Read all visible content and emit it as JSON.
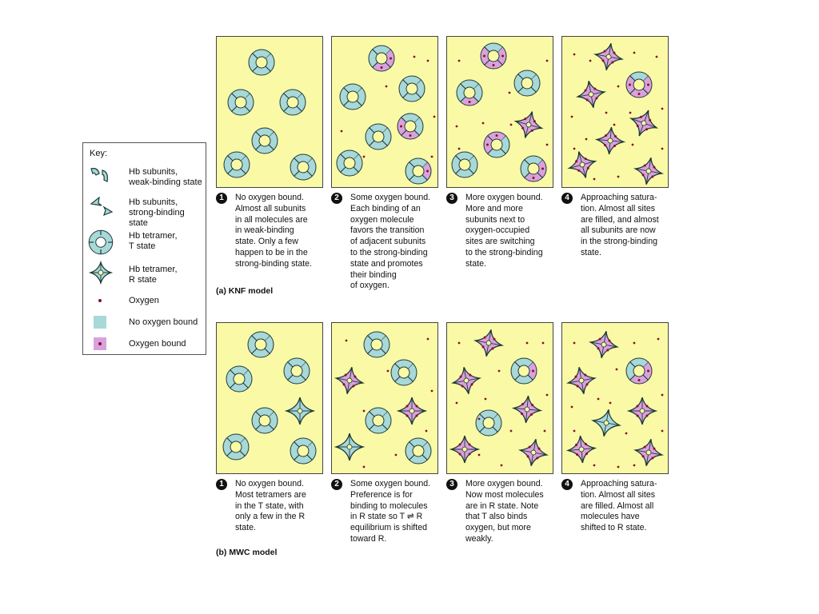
{
  "key": {
    "title": "Key:",
    "items": [
      {
        "label": "Hb subunits,\nweak-binding state",
        "icon": "weak-subunit-icon"
      },
      {
        "label": "Hb subunits,\nstrong-binding state",
        "icon": "strong-subunit-icon"
      },
      {
        "label": "Hb tetramer,\nT state",
        "icon": "t-state-tetramer-icon"
      },
      {
        "label": "Hb tetramer,\nR state",
        "icon": "r-state-tetramer-icon"
      },
      {
        "label": "Oxygen",
        "icon": "oxygen-dot-icon"
      },
      {
        "label": "No oxygen bound",
        "icon": "no-oxygen-swatch-icon"
      },
      {
        "label": "Oxygen bound",
        "icon": "oxygen-bound-swatch-icon"
      }
    ]
  },
  "colors": {
    "panel": "#fafaa6",
    "no_oxygen": "#a8d8d8",
    "oxygen_bound": "#d9a2dd",
    "oxygen": "#8b0f2a"
  },
  "knf": {
    "label": "(a)  KNF model",
    "captions": [
      {
        "num": "1",
        "text": "No oxygen bound.\nAlmost all subunits\nin all molecules are\nin weak-binding\nstate. Only a few\nhappen to be in the\nstrong-binding state."
      },
      {
        "num": "2",
        "text": "Some oxygen bound.\nEach binding of an\noxygen molecule\nfavors the transition\nof adjacent subunits\nto the strong-binding\nstate and promotes\ntheir binding\nof oxygen."
      },
      {
        "num": "3",
        "text": "More oxygen bound.\nMore and more\nsubunits next to\noxygen-occupied\nsites are switching\nto the strong-binding\nstate."
      },
      {
        "num": "4",
        "text": "Approaching satura-\ntion. Almost all sites\nare filled, and almost\nall subunits are now\nin the strong-binding\nstate."
      }
    ]
  },
  "mwc": {
    "label": "(b)  MWC model",
    "captions": [
      {
        "num": "1",
        "text": "No oxygen bound.\nMost tetramers are\nin the T state, with\nonly a few in the R\nstate."
      },
      {
        "num": "2",
        "text": "Some oxygen bound.\nPreference is for\nbinding to molecules\nin R state so T ⇌ R\nequilibrium is shifted\ntoward R."
      },
      {
        "num": "3",
        "text": "More oxygen bound.\nNow most molecules\nare in R state. Note\nthat T also binds\noxygen, but more\nweakly."
      },
      {
        "num": "4",
        "text": "Approaching satura-\ntion. Almost all sites\nare filled. Almost all\nmolecules have\nshifted to R state."
      }
    ]
  }
}
